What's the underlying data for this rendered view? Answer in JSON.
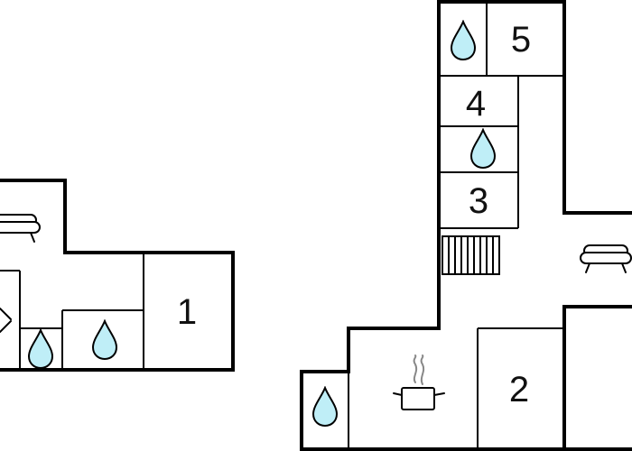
{
  "colors": {
    "background": "#ffffff",
    "wall": "#000000",
    "water_drop": "#bfeef7"
  },
  "left_unit": {
    "rooms": [
      {
        "id": "room-1",
        "label": "1"
      }
    ],
    "icons": [
      "sofa-icon",
      "bathroom-drop-icon",
      "bathroom-drop-icon",
      "bed-partial-icon"
    ]
  },
  "right_unit": {
    "rooms": [
      {
        "id": "room-2",
        "label": "2"
      },
      {
        "id": "room-3",
        "label": "3"
      },
      {
        "id": "room-4",
        "label": "4"
      },
      {
        "id": "room-5",
        "label": "5"
      }
    ],
    "icons": [
      "bathroom-drop-icon",
      "bathroom-drop-icon",
      "bathroom-drop-icon",
      "staircase-icon",
      "sofa-icon",
      "kitchen-pot-icon"
    ]
  }
}
